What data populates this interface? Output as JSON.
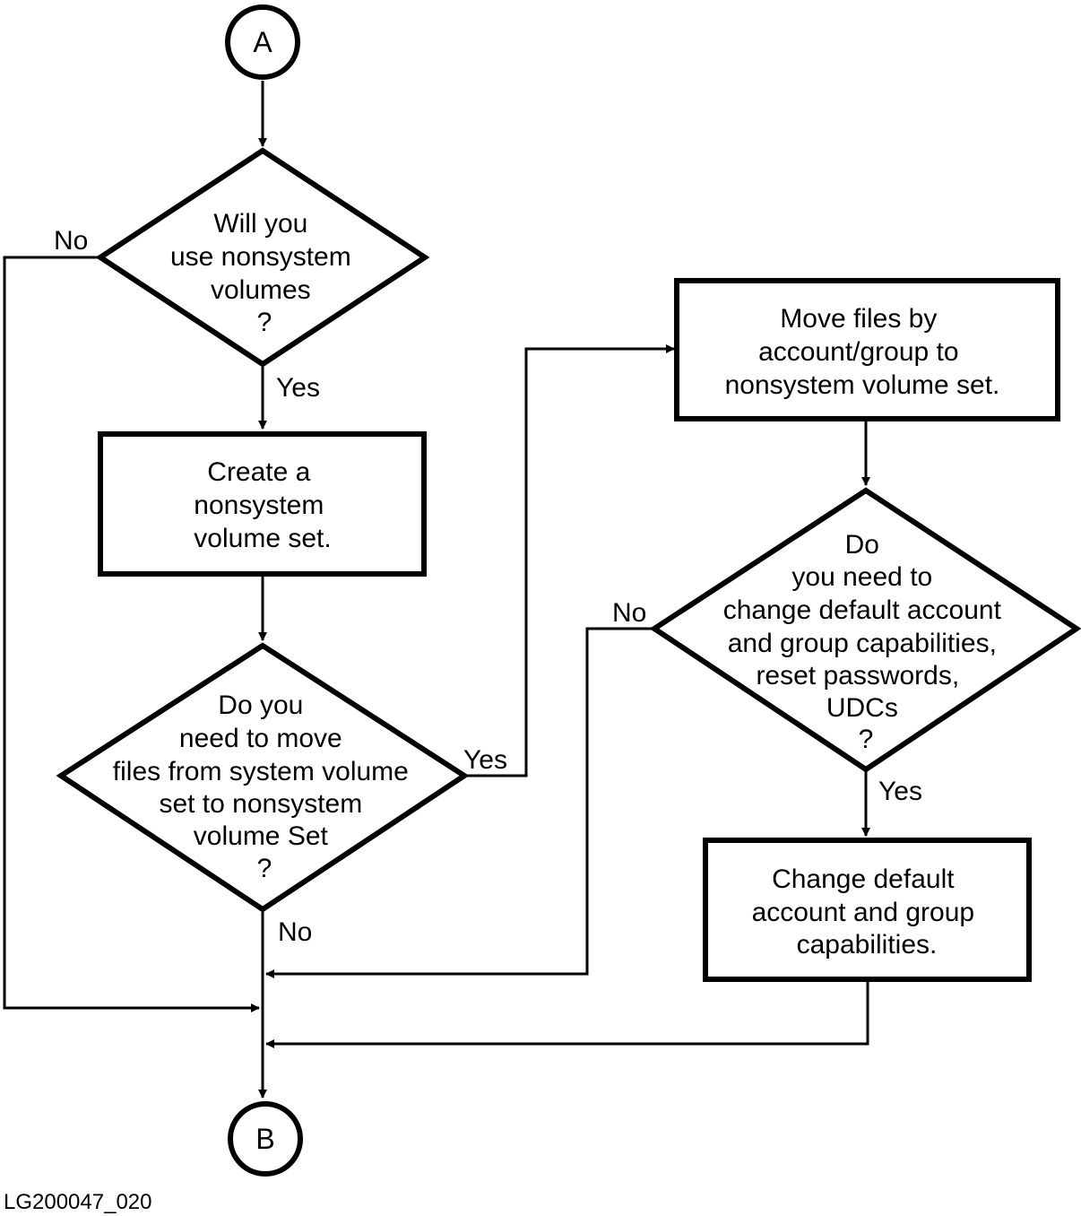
{
  "connectors": {
    "start": "A",
    "end": "B"
  },
  "decision1": {
    "lines": [
      "Will you",
      "use nonsystem",
      "volumes",
      "?"
    ],
    "yes": "Yes",
    "no": "No"
  },
  "process1": {
    "lines": [
      "Create  a",
      "nonsystem",
      "volume set."
    ]
  },
  "decision2": {
    "lines": [
      "Do you",
      "need to move",
      "files from system volume",
      "set to nonsystem",
      "volume Set",
      "?"
    ],
    "yes": "Yes",
    "no": "No"
  },
  "process2": {
    "lines": [
      "Move files by",
      "account/group to",
      "nonsystem volume set."
    ]
  },
  "decision3": {
    "lines": [
      "Do",
      "you need to",
      "change default account",
      "and group capabilities,",
      "reset passwords,",
      "UDCs",
      "?"
    ],
    "yes": "Yes",
    "no": "No"
  },
  "process3": {
    "lines": [
      "Change default",
      "account and group",
      "capabilities."
    ]
  },
  "figure_id": "LG200047_020"
}
